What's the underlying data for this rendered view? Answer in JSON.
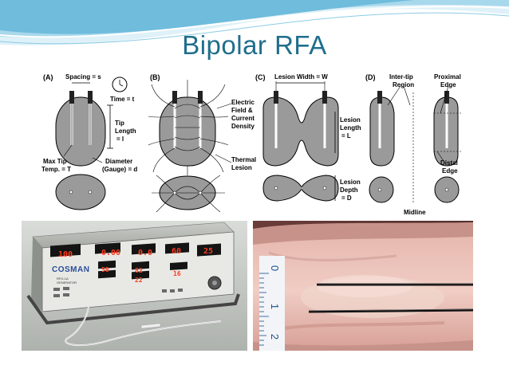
{
  "slide": {
    "title": "Bipolar RFA"
  },
  "diagram": {
    "panel_a": {
      "tag": "(A)",
      "spacing": "Spacing = s",
      "time": "Time = t",
      "tip_length": [
        "Tip",
        "Length",
        "= l"
      ],
      "max_tip_temp": [
        "Max Tip",
        "Temp. = T"
      ],
      "diameter": [
        "Diameter",
        "(Gauge) = d"
      ]
    },
    "panel_b": {
      "tag": "(B)",
      "field": [
        "Electric",
        "Field &",
        "Current",
        "Density"
      ],
      "thermal": [
        "Thermal",
        "Lesion"
      ]
    },
    "panel_c": {
      "tag": "(C)",
      "width": "Lesion Width = W",
      "length": [
        "Lesion",
        "Length",
        "= L"
      ],
      "depth": [
        "Lesion",
        "Depth",
        "= D"
      ]
    },
    "panel_d": {
      "tag": "(D)",
      "intertip": [
        "Inter-tip",
        "Region"
      ],
      "proximal": [
        "Proximal",
        "Edge"
      ],
      "distal": [
        "Distal",
        "Edge"
      ],
      "midline": "Midline"
    }
  },
  "generator_photo": {
    "brand": "COSMAN",
    "model": "RFG-1A",
    "model_sub": "GENERATOR",
    "readouts": [
      "100",
      "0.00",
      "0.0",
      "60",
      "25",
      "58",
      "82",
      "22",
      "16"
    ]
  },
  "tissue_photo": {
    "ruler_numbers": [
      "0",
      "1",
      "2"
    ]
  },
  "colors": {
    "title": "#1f6e8c",
    "wave": "#7fc6e3",
    "lesion_fill": "#9a9a9a",
    "readout": "#ff3a1c"
  }
}
